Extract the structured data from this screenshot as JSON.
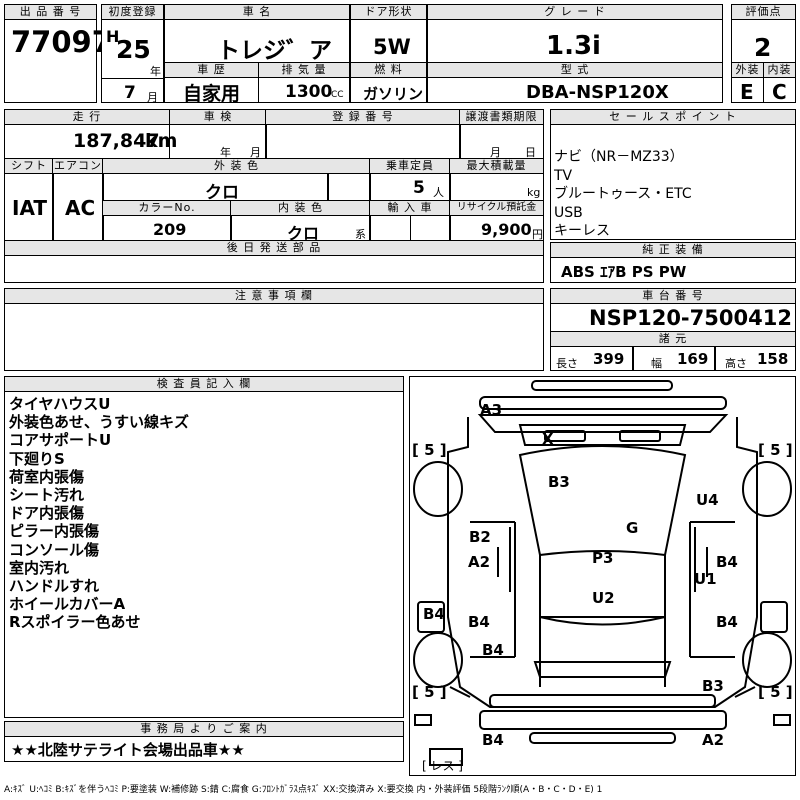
{
  "header": {
    "lot_label": "出 品 番 号",
    "lot_number": "77097",
    "first_reg_label": "初度登録",
    "era": "H",
    "year": "25",
    "year_unit": "年",
    "month": "7",
    "month_unit": "月",
    "car_name_label": "車 名",
    "car_name": "トレジ゛ア",
    "history_label": "車 歴",
    "history": "自家用",
    "displacement_label": "排 気 量",
    "displacement": "1300",
    "displacement_unit": "CC",
    "door_label": "ドア形状",
    "door": "5W",
    "fuel_label": "燃 料",
    "fuel": "ガソリン",
    "grade_label": "グ レ ー ド",
    "grade": "1.3i",
    "model_label": "型 式",
    "model": "DBA-NSP120X",
    "score_label": "評価点",
    "score": "2",
    "ext_label": "外装",
    "ext": "E",
    "int_label": "内装",
    "int": "C"
  },
  "specs": {
    "mileage_label": "走 行",
    "mileage": "187,847",
    "mileage_unit": "km",
    "inspection_label": "車 検",
    "inspection_year_unit": "年",
    "inspection_month_unit": "月",
    "reg_label": "登 録 番 号",
    "transfer_label": "譲渡書類期限",
    "transfer_month_unit": "月",
    "transfer_day_unit": "日",
    "shift_label": "シフト",
    "shift": "IAT",
    "ac_label": "エアコン",
    "ac": "AC",
    "color_label": "外 装 色",
    "color": "クロ",
    "capacity_label": "乗車定員",
    "capacity": "5",
    "capacity_unit": "人",
    "loading_label": "最大積載量",
    "loading_unit": "kg",
    "color_no_label": "カラーNo.",
    "color_no": "209",
    "interior_label": "内 装 色",
    "interior": "クロ",
    "interior_unit": "系",
    "import_label": "輸 入 車",
    "recycle_label": "リサイクル預託金",
    "recycle": "9,900",
    "recycle_unit": "円",
    "later_label": "後 日 発 送 部 品",
    "notes_label": "注 意 事 項 欄"
  },
  "sales": {
    "label": "セ ー ル ス ポ イ ン ト",
    "items": [
      "ナビ（NR－MZ33）",
      "TV",
      "ブルートゥース・ETC",
      "USB",
      "キーレス"
    ]
  },
  "equipment": {
    "label": "純 正 装 備",
    "value": "ABS ｴｱB PS PW"
  },
  "chassis": {
    "label": "車 台 番 号",
    "value": "NSP120-7500412",
    "dims_label": "諸 元",
    "length_label": "長さ",
    "length": "399",
    "width_label": "幅",
    "width": "169",
    "height_label": "高さ",
    "height": "158"
  },
  "inspector": {
    "label": "検 査 員 記 入 欄",
    "items": [
      "タイヤハウスU",
      "外装色あせ、うすい線キズ",
      "コアサポートU",
      "下廻りS",
      "荷室内張傷",
      "シート汚れ",
      "ドア内張傷",
      "ピラー内張傷",
      "コンソール傷",
      "室内汚れ",
      "ハンドルすれ",
      "ホイールカバーA",
      "Rスポイラー色あせ"
    ]
  },
  "office": {
    "label": "事 務 局 よ り ご 案 内",
    "value": "★★北陸サテライト会場出品車★★"
  },
  "diagram": {
    "tire_labels": [
      "[ 5 ]",
      "[ 5 ]",
      "[ 5 ]",
      "[ 5 ]"
    ],
    "marks": {
      "a3": "A3",
      "x": "X",
      "b3_top": "B3",
      "u4": "U4",
      "g": "G",
      "b2": "B2",
      "a2_left": "A2",
      "p3": "P3",
      "b4_right": "B4",
      "u1": "U1",
      "u2": "U2",
      "b4_left_outer": "B4",
      "b4_left_inner": "B4",
      "b4_right_lower": "B4",
      "b4_left_lower": "B4",
      "b3_right": "B3",
      "b4_bottom": "B4",
      "a2_bottom": "A2"
    },
    "rear_label": "[ レス ]"
  },
  "legend": "A:ｷｽﾞ U:ﾍｺﾐ B:ｷｽﾞを伴うﾍｺﾐ P:要塗装 W:補修跡 S:錆 C:腐食 G:ﾌﾛﾝﾄｶﾞﾗｽ点ｷｽﾞ XX:交換済み X:要交換 内・外装評価 5段階ﾗﾝｸ順(A・B・C・D・E) 1"
}
